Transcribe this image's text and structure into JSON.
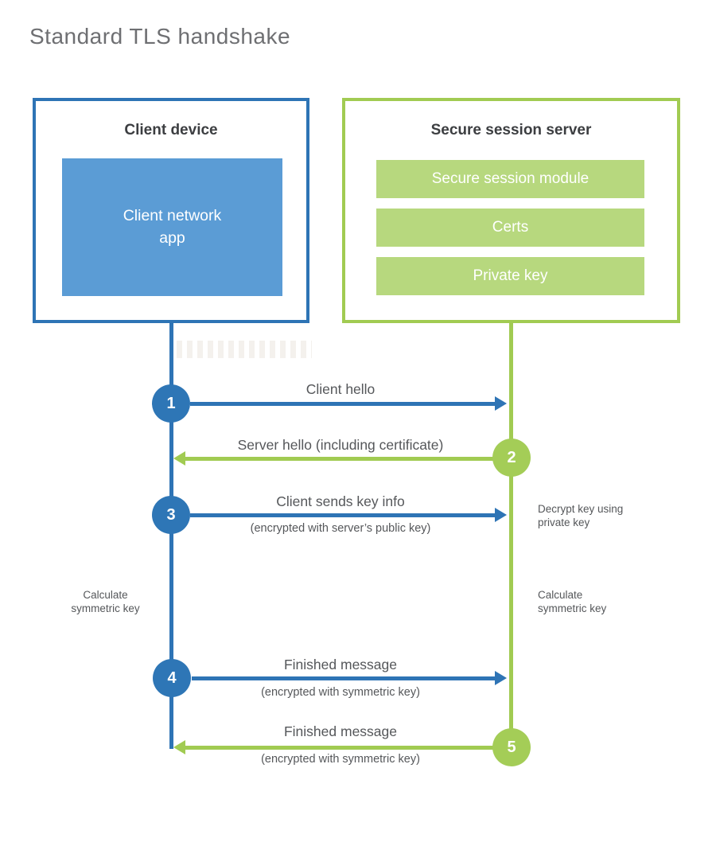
{
  "title": "Standard TLS handshake",
  "colors": {
    "blue": "#2e74b5",
    "blue_fill": "#5b9cd5",
    "green": "#a1cb52",
    "green_fill": "#b7d87e",
    "heading_text": "#3c3e41",
    "label_text": "#55575a",
    "title_text": "#6e6f72"
  },
  "client": {
    "title": "Client device",
    "app_label": "Client network\napp"
  },
  "server": {
    "title": "Secure session server",
    "modules": [
      "Secure session module",
      "Certs",
      "Private key"
    ]
  },
  "steps": [
    {
      "num": "1",
      "label": "Client hello",
      "sub": "",
      "direction": "client-to-server"
    },
    {
      "num": "2",
      "label": "Server hello (including certificate)",
      "sub": "",
      "direction": "server-to-client"
    },
    {
      "num": "3",
      "label": "Client sends key info",
      "sub": "(encrypted with server’s public key)",
      "direction": "client-to-server"
    },
    {
      "num": "4",
      "label": "Finished message",
      "sub": "(encrypted with symmetric key)",
      "direction": "client-to-server"
    },
    {
      "num": "5",
      "label": "Finished message",
      "sub": "(encrypted with symmetric key)",
      "direction": "server-to-client"
    }
  ],
  "annotations": {
    "decrypt": "Decrypt key using\nprivate key",
    "calc_left": "Calculate\nsymmetric key",
    "calc_right": "Calculate\nsymmetric key"
  }
}
